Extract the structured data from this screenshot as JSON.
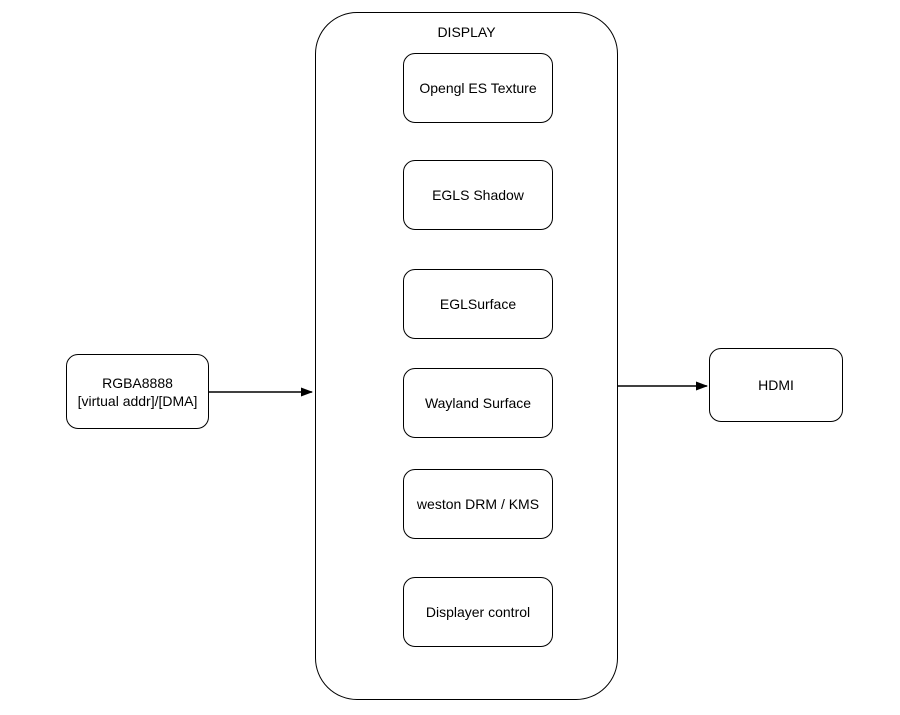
{
  "diagram": {
    "source_node": {
      "line1": "RGBA8888",
      "line2": "[virtual addr]/[DMA]"
    },
    "container": {
      "title": "DISPLAY",
      "boxes": [
        {
          "label": "Opengl ES Texture"
        },
        {
          "label": "EGLS Shadow"
        },
        {
          "label": "EGLSurface"
        },
        {
          "label": "Wayland Surface"
        },
        {
          "label": "weston DRM / KMS"
        },
        {
          "label": "Displayer control"
        }
      ]
    },
    "sink_node": {
      "label": "HDMI"
    },
    "colors": {
      "border": "#000000",
      "text": "#000000",
      "background": "#ffffff"
    }
  }
}
